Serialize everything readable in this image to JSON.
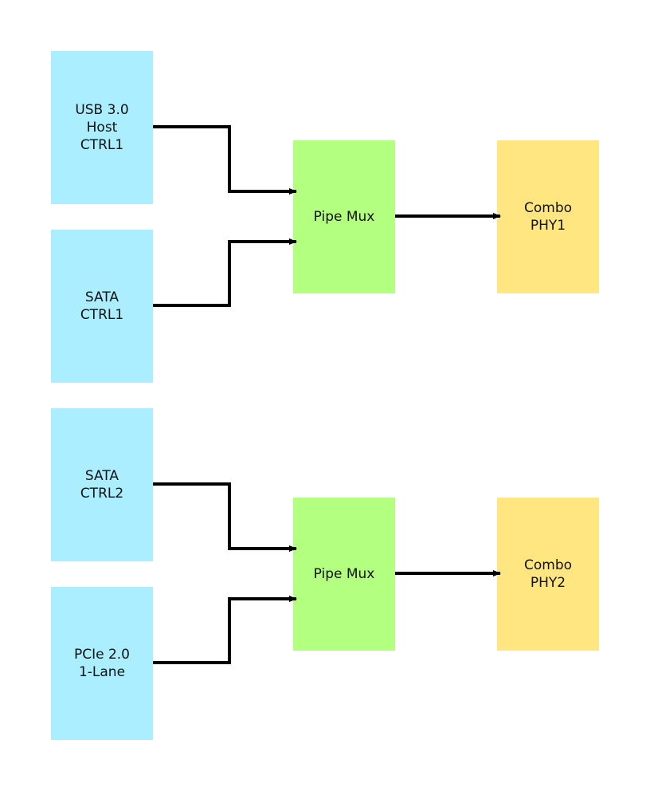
{
  "colors": {
    "controller": "#aaeeff",
    "mux": "#b3ff80",
    "phy": "#ffe680",
    "wire": "#000000"
  },
  "group1": {
    "ctrl_a": "USB 3.0\nHost\nCTRL1",
    "ctrl_b": "SATA\nCTRL1",
    "mux": "Pipe Mux",
    "phy": "Combo\nPHY1"
  },
  "group2": {
    "ctrl_a": "SATA\nCTRL2",
    "ctrl_b": "PCIe 2.0\n1-Lane",
    "mux": "Pipe Mux",
    "phy": "Combo\nPHY2"
  }
}
